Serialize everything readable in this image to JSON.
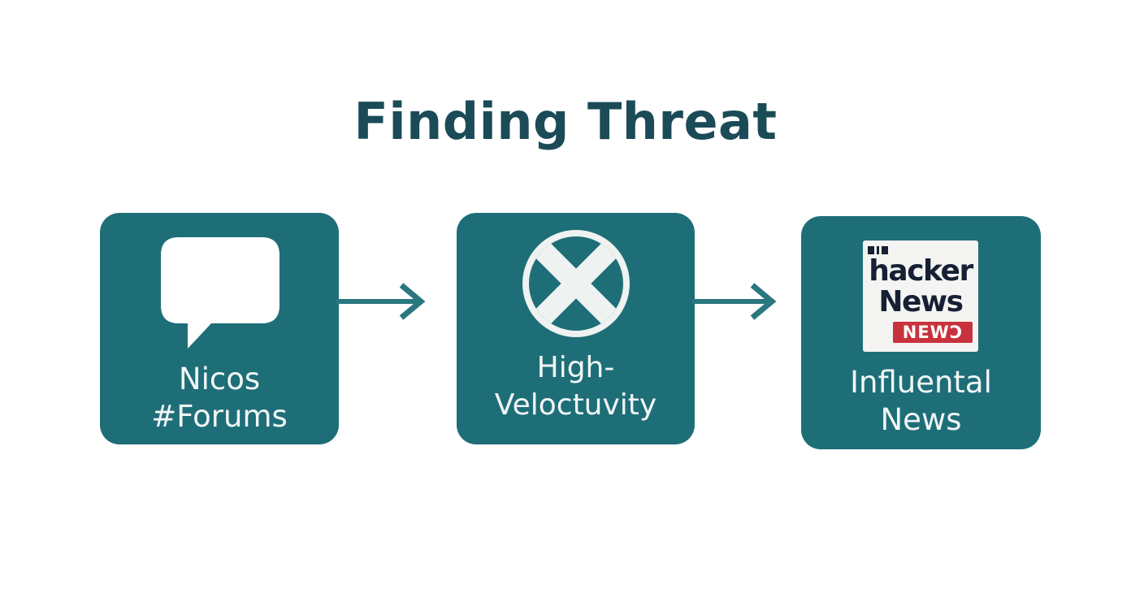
{
  "title": "Finding Threat",
  "colors": {
    "card": "#1e6e78",
    "title": "#1a4b57",
    "arrow": "#2a7780",
    "label": "#f1f5f6",
    "news_tag": "#c8323c"
  },
  "steps": [
    {
      "label_line1": "Nicos",
      "label_line2": "#Forums",
      "icon": "chat-bubble-icon"
    },
    {
      "label_line1": "High-",
      "label_line2": "Veloctuvity",
      "icon": "x-circle-icon"
    },
    {
      "label_line1": "Influental",
      "label_line2": "News",
      "icon": "hacker-news-logo"
    }
  ],
  "news_logo": {
    "line1": "hacker",
    "line2": "News",
    "tag": "NEWƆ"
  }
}
